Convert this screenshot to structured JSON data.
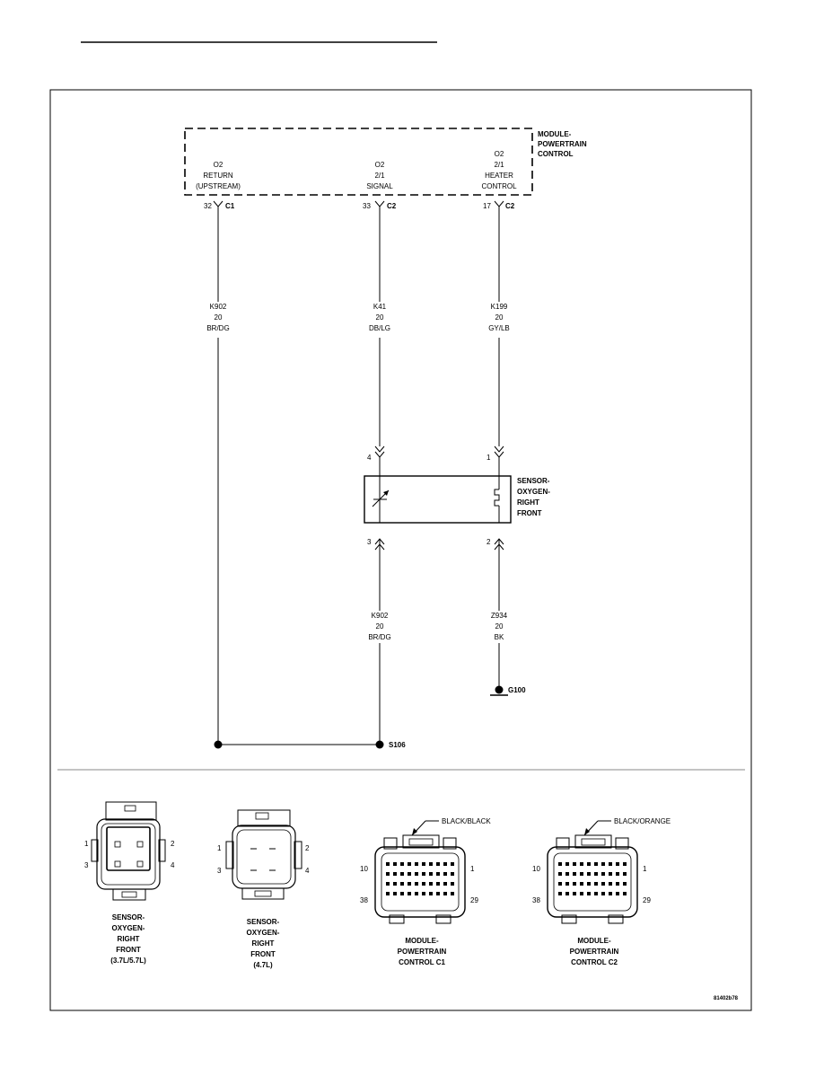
{
  "module": {
    "label": [
      "MODULE-",
      "POWERTRAIN",
      "CONTROL"
    ],
    "pins": [
      {
        "label": [
          "O2",
          "RETURN",
          "(UPSTREAM)"
        ],
        "pin": "32",
        "connector": "C1"
      },
      {
        "label": [
          "O2",
          "2/1",
          "SIGNAL"
        ],
        "pin": "33",
        "connector": "C2"
      },
      {
        "label": [
          "O2",
          "2/1",
          "HEATER",
          "CONTROL"
        ],
        "pin": "17",
        "connector": "C2"
      }
    ]
  },
  "upper_wires": [
    {
      "circuit": "K902",
      "gauge": "20",
      "color": "BR/DG"
    },
    {
      "circuit": "K41",
      "gauge": "20",
      "color": "DB/LG"
    },
    {
      "circuit": "K199",
      "gauge": "20",
      "color": "GY/LB"
    }
  ],
  "sensor": {
    "label": [
      "SENSOR-",
      "OXYGEN-",
      "RIGHT",
      "FRONT"
    ],
    "pins": {
      "signal_top": "4",
      "heater_top": "1",
      "return_bottom": "3",
      "ground_bottom": "2"
    }
  },
  "lower_wires": [
    {
      "circuit": "K902",
      "gauge": "20",
      "color": "BR/DG"
    },
    {
      "circuit": "Z934",
      "gauge": "20",
      "color": "BK"
    }
  ],
  "ground": "G100",
  "splice": "S106",
  "connectors": [
    {
      "caption": [
        "SENSOR-",
        "OXYGEN-",
        "RIGHT",
        "FRONT",
        "(3.7L/5.7L)"
      ],
      "pins": [
        "1",
        "2",
        "3",
        "4"
      ]
    },
    {
      "caption": [
        "SENSOR-",
        "OXYGEN-",
        "RIGHT",
        "FRONT",
        "(4.7L)"
      ],
      "pins": [
        "1",
        "2",
        "3",
        "4"
      ]
    },
    {
      "caption": [
        "MODULE-",
        "POWERTRAIN",
        "CONTROL C1"
      ],
      "color_note": "BLACK/BLACK",
      "pins": [
        "10",
        "1",
        "38",
        "29"
      ]
    },
    {
      "caption": [
        "MODULE-",
        "POWERTRAIN",
        "CONTROL C2"
      ],
      "color_note": "BLACK/ORANGE",
      "pins": [
        "10",
        "1",
        "38",
        "29"
      ]
    }
  ],
  "figure_id": "81402b78"
}
